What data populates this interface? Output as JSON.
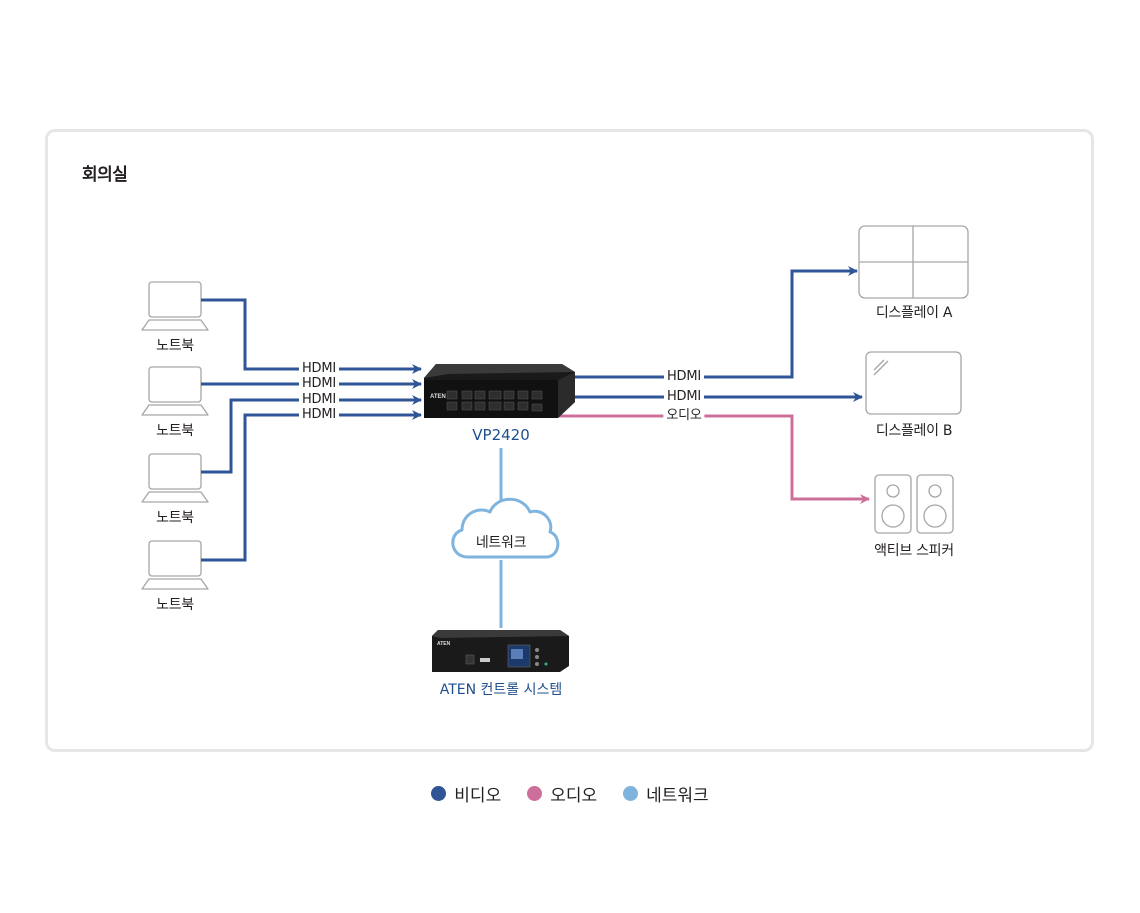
{
  "room": {
    "title": "회의실"
  },
  "sources": [
    {
      "label": "노트북",
      "icon": "laptop-icon"
    },
    {
      "label": "노트북",
      "icon": "laptop-icon"
    },
    {
      "label": "노트북",
      "icon": "laptop-icon"
    },
    {
      "label": "노트북",
      "icon": "laptop-icon"
    }
  ],
  "input_cables": [
    {
      "label": "HDMI"
    },
    {
      "label": "HDMI"
    },
    {
      "label": "HDMI"
    },
    {
      "label": "HDMI"
    }
  ],
  "switch": {
    "label": "VP2420",
    "brand": "ATEN"
  },
  "output_cables": [
    {
      "label": "HDMI",
      "type": "video"
    },
    {
      "label": "HDMI",
      "type": "video"
    },
    {
      "label": "오디오",
      "type": "audio"
    }
  ],
  "outputs": [
    {
      "label": "디스플레이 A",
      "icon": "video-wall-icon"
    },
    {
      "label": "디스플레이 B",
      "icon": "display-icon"
    },
    {
      "label": "액티브 스피커",
      "icon": "speakers-icon"
    }
  ],
  "network": {
    "label": "네트워크",
    "icon": "cloud-icon"
  },
  "controller": {
    "label": "ATEN 컨트롤 시스템",
    "brand": "ATEN"
  },
  "legend": [
    {
      "label": "비디오",
      "color": "#2f5597"
    },
    {
      "label": "오디오",
      "color": "#cc6f9b"
    },
    {
      "label": "네트워크",
      "color": "#7fb4de"
    }
  ],
  "colors": {
    "video": "#2f5597",
    "audio": "#cc6f9b",
    "network": "#7fb4de",
    "device_outline": "#a6a6a6"
  }
}
